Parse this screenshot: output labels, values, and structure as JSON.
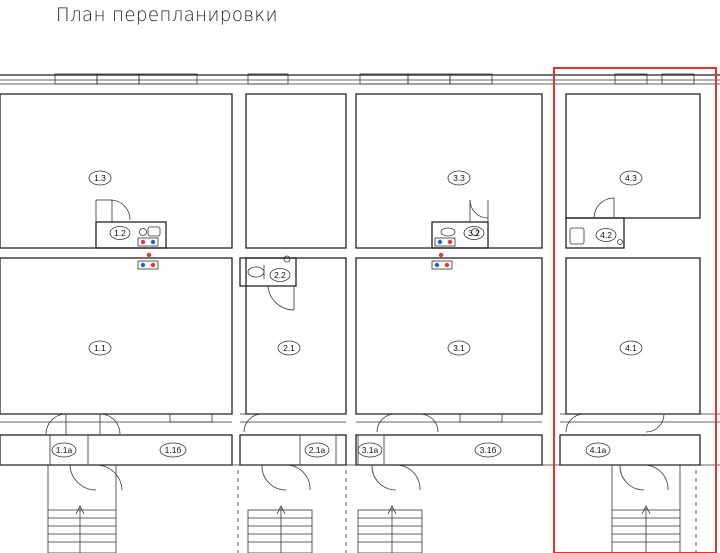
{
  "title": "План перепланировки",
  "rooms": {
    "r1_3": "1.3",
    "r1_2": "1.2",
    "r1_1": "1.1",
    "r1_1a": "1.1а",
    "r1_1b": "1.1б",
    "r2_2": "2.2",
    "r2_1": "2.1",
    "r2_1a": "2.1а",
    "r3_3": "3.3",
    "r3_2": "3.2",
    "r3_1": "3.1",
    "r3_1a": "3.1а",
    "r3_1b": "3.1б",
    "r4_3": "4.3",
    "r4_2": "4.2",
    "r4_1": "4.1",
    "r4_1a": "4.1а"
  },
  "colors": {
    "highlight": "#e5322d",
    "wall": "#222222",
    "hot": "#e53935",
    "cold": "#1e63d6"
  }
}
